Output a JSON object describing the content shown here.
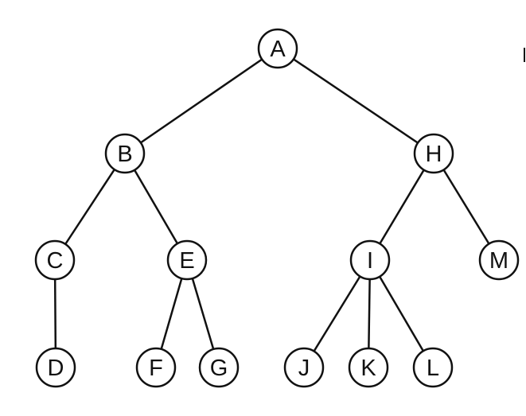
{
  "diagram": {
    "type": "tree",
    "nodes": [
      {
        "id": "A",
        "label": "A"
      },
      {
        "id": "B",
        "label": "B"
      },
      {
        "id": "H",
        "label": "H"
      },
      {
        "id": "C",
        "label": "C"
      },
      {
        "id": "E",
        "label": "E"
      },
      {
        "id": "I",
        "label": "I"
      },
      {
        "id": "M",
        "label": "M"
      },
      {
        "id": "D",
        "label": "D"
      },
      {
        "id": "F",
        "label": "F"
      },
      {
        "id": "G",
        "label": "G"
      },
      {
        "id": "J",
        "label": "J"
      },
      {
        "id": "K",
        "label": "K"
      },
      {
        "id": "L",
        "label": "L"
      }
    ],
    "edges": [
      [
        "A",
        "B"
      ],
      [
        "A",
        "H"
      ],
      [
        "B",
        "C"
      ],
      [
        "B",
        "E"
      ],
      [
        "H",
        "I"
      ],
      [
        "H",
        "M"
      ],
      [
        "C",
        "D"
      ],
      [
        "E",
        "F"
      ],
      [
        "E",
        "G"
      ],
      [
        "I",
        "J"
      ],
      [
        "I",
        "K"
      ],
      [
        "I",
        "L"
      ]
    ]
  }
}
